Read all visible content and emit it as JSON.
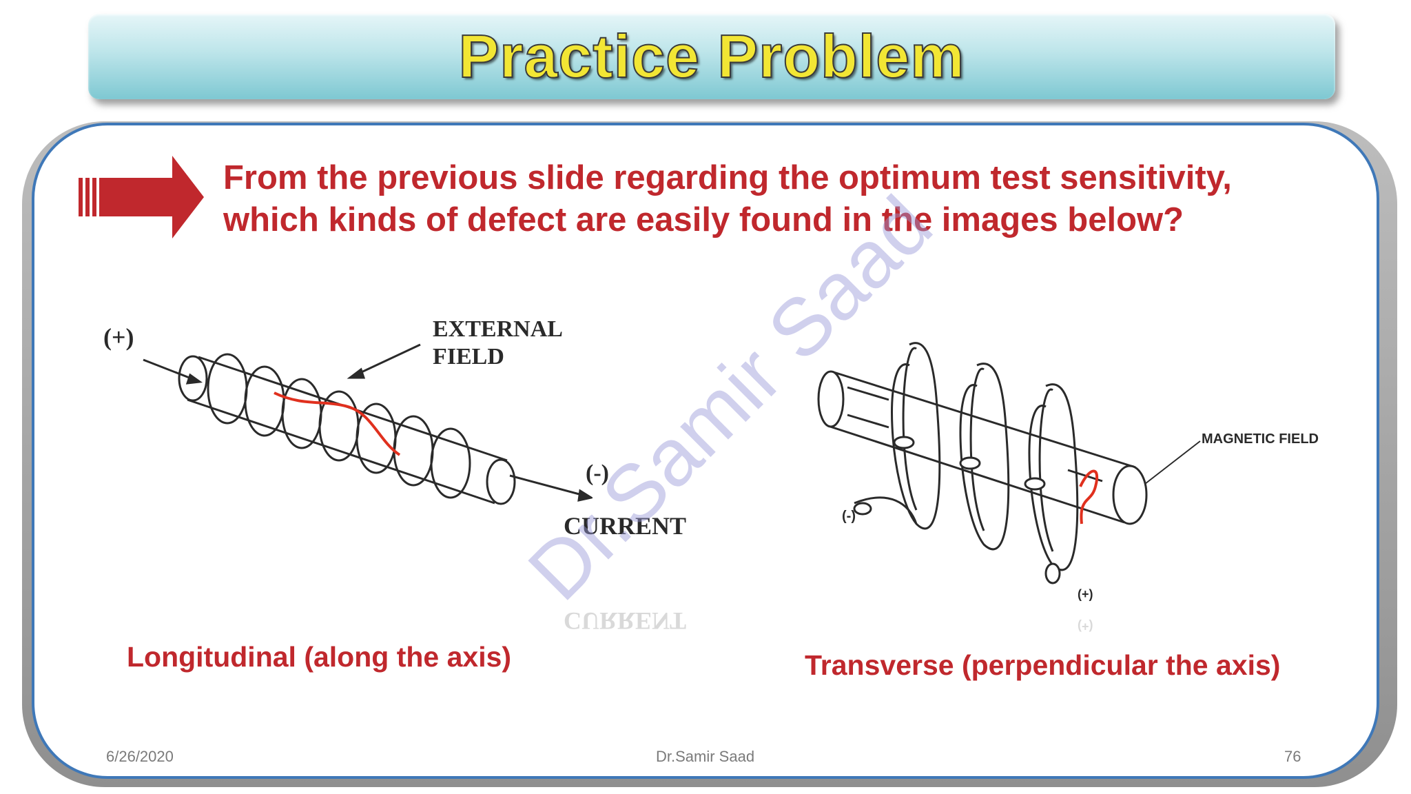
{
  "slide": {
    "title": "Practice Problem",
    "question_line1": "From the previous slide regarding the optimum test sensitivity,",
    "question_line2": "which kinds of defect are easily found in the images below?",
    "left_figure": {
      "plus_label": "(+)",
      "minus_label": "(-)",
      "field_label_line1": "EXTERNAL",
      "field_label_line2": "FIELD",
      "current_label": "CURRENT",
      "current_reflection": "CURRENT",
      "caption": "Longitudinal (along the axis)"
    },
    "right_figure": {
      "magnetic_field_label": "MAGNETIC FIELD",
      "minus_label": "(-)",
      "plus_label": "(+)",
      "plus_reflection": "(+)",
      "caption": "Transverse (perpendicular the axis)"
    },
    "watermark": "Dr.Samir Saad",
    "footer": {
      "date": "6/26/2020",
      "author": "Dr.Samir Saad",
      "page_number": "76"
    }
  },
  "colors": {
    "title_text": "#f2e634",
    "question_text": "#c0282d",
    "arrow": "#c0282d",
    "frame_border": "#3f78b8",
    "defect_line": "#e0301e"
  },
  "icons": {
    "arrow": "right-arrow-icon"
  }
}
